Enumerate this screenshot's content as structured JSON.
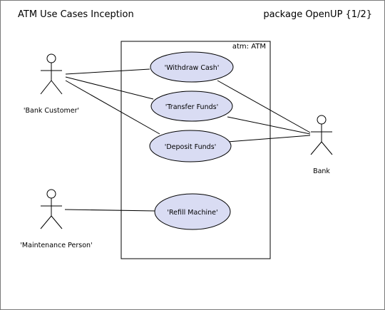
{
  "header": {
    "title": "ATM Use Cases Inception",
    "package": "package OpenUP {1/2}"
  },
  "system": {
    "name": "atm: ATM"
  },
  "actors": {
    "bank_customer": "'Bank Customer'",
    "bank": "Bank",
    "maintenance_person": "'Maintenance Person'"
  },
  "use_cases": {
    "withdraw_cash": "'Withdraw Cash'",
    "transfer_funds": "'Transfer Funds'",
    "deposit_funds": "'Deposit Funds'",
    "refill_machine": "'Refill Machine'"
  },
  "colors": {
    "use_case_fill": "#d9dcf3",
    "line": "#000000",
    "frame_border": "#7a7a7a"
  }
}
